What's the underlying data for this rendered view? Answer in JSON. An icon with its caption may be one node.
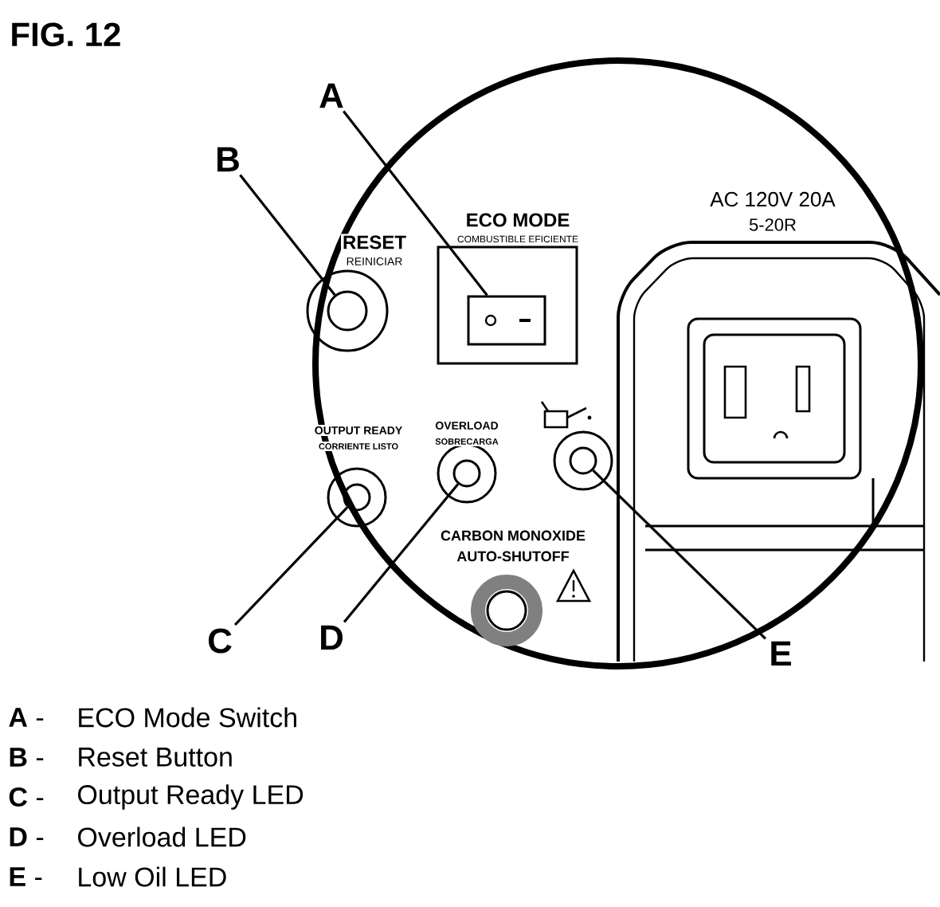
{
  "diagram": {
    "title": "FIG. 12",
    "nodes": [
      {
        "text": [
          "A"
        ]
      },
      {
        "text": [
          "B"
        ]
      },
      {
        "text": [
          "C"
        ]
      },
      {
        "text": [
          "D"
        ]
      },
      {
        "text": [
          "E"
        ]
      },
      {
        "text": [],
        "shape": "box"
      },
      {
        "text": [],
        "shape": "circle"
      },
      {
        "text": [],
        "shape": "circle"
      },
      {
        "text": [],
        "shape": "circle"
      },
      {
        "text": [],
        "shape": "circle"
      }
    ],
    "edges": [
      {
        "from": 0,
        "to": 5,
        "arrow": "none"
      },
      {
        "from": 1,
        "to": 6,
        "arrow": "none"
      },
      {
        "from": 2,
        "to": 7,
        "arrow": "none"
      },
      {
        "from": 3,
        "to": 8,
        "arrow": "none"
      },
      {
        "from": 4,
        "to": 9,
        "arrow": "none"
      }
    ],
    "labels": [
      "RESET",
      "REINICIAR",
      "ECO MODE",
      "COMBUSTIBLE EFICIENTE",
      "AC 120V 20A",
      "5-20R",
      "OUTPUT READY",
      "CORRIENTE LISTO",
      "OVERLOAD",
      "SOBRECARGA",
      "CARBON MONOXIDE",
      "AUTO-SHUTOFF",
      "**A** -",
      "ECO Mode Switch",
      "**B** -",
      "Reset Button",
      "**C** -",
      "Output Ready LED",
      "**D** -",
      "Overload LED",
      "**E** -",
      "Low Oil LED"
    ]
  }
}
